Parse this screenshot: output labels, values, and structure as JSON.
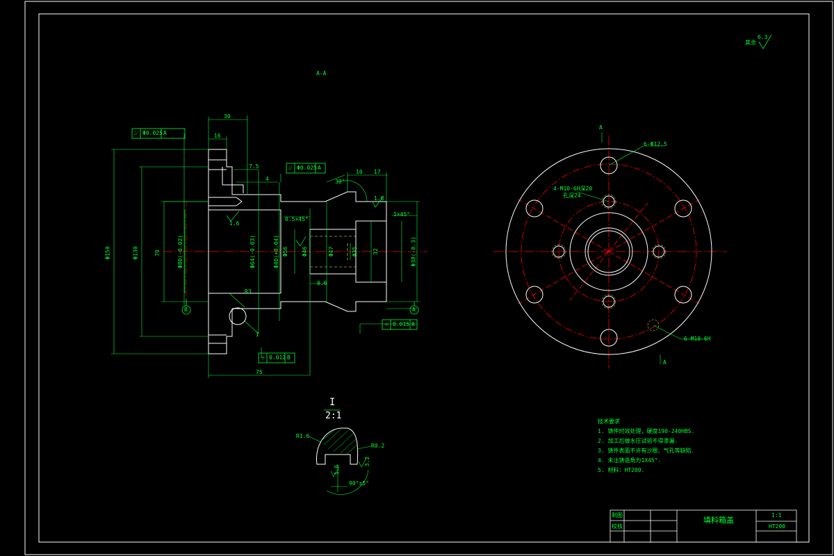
{
  "colors": {
    "background": "#000000",
    "outline": "#ffffff",
    "dimension": "#00ff33",
    "centerline": "#ff0000",
    "hidden": "#ffff66"
  },
  "section_label": "A-A",
  "surface_note": {
    "label": "其余",
    "value": "6.3"
  },
  "left_view": {
    "top_dims": [
      "30",
      "16",
      "7.5",
      "4",
      "10",
      "17"
    ],
    "vertical_dims": [
      "Φ150",
      "Φ130",
      "70",
      "Φ80(-0.02)",
      "Φ64(-0.03)",
      "Φ40(+0.04)",
      "Φ56",
      "Φ46",
      "Φ47",
      "Φ35",
      "Φ38(-0.3)",
      "32"
    ],
    "callouts": [
      "0.5×45°",
      "1×45°",
      "30°",
      "1.6",
      "1.6",
      "0.6",
      "R3"
    ],
    "bottom_dim": "75",
    "tol_frames": [
      {
        "sym": "⌰",
        "val": "Φ0.025",
        "ref": "A"
      },
      {
        "sym": "⌰",
        "val": "Φ0.025",
        "ref": "A"
      },
      {
        "sym": "⌯",
        "val": "0.015",
        "ref": "A"
      },
      {
        "sym": "⌯",
        "val": "0.012",
        "ref": "B"
      }
    ],
    "datums": [
      "B",
      "A"
    ],
    "detail_mark": "I"
  },
  "right_view": {
    "callouts": [
      "6-Φ12.5",
      "4-M10-6H深20",
      "孔深24",
      "6-M10-6H"
    ],
    "section_marks": [
      "A",
      "A"
    ]
  },
  "detail": {
    "title": "I",
    "scale": "2:1",
    "dims": [
      "R1.6",
      "R0.2",
      "1.6",
      "3.2",
      "90°±5°"
    ]
  },
  "tech_notes": {
    "title": "技术要求",
    "items": [
      "1. 铸件时效处理，硬度190-240HBS.",
      "2. 加工后做水压试验不得渗漏.",
      "3. 铸件表面不许有沙眼、气孔等缺陷.",
      "4. 未注铸造角为1X45°.",
      "5. 材料：HT200."
    ]
  },
  "title_block": {
    "drawn_label": "制图",
    "checked_label": "校核",
    "part_name": "填料箱盖",
    "scale": "1:1",
    "material": "HT200"
  }
}
